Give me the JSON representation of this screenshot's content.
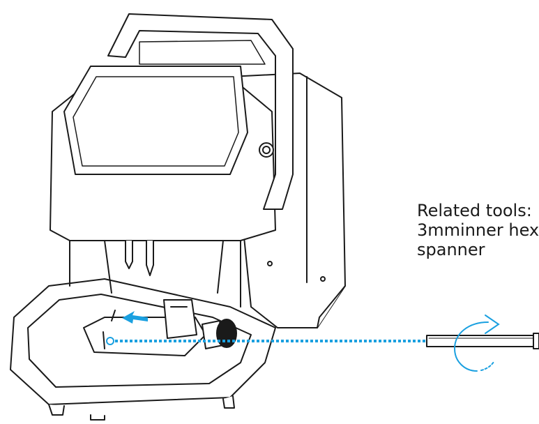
{
  "callout": {
    "line1": "Related tools:",
    "line2": "3mminner hex",
    "line3": "spanner"
  },
  "colors": {
    "outline": "#1a1a1a",
    "accent": "#1aa0e0",
    "background": "#ffffff"
  },
  "icons": {
    "rotate": "rotate-clockwise-arrow-icon",
    "slide": "slide-left-arrow-icon"
  }
}
